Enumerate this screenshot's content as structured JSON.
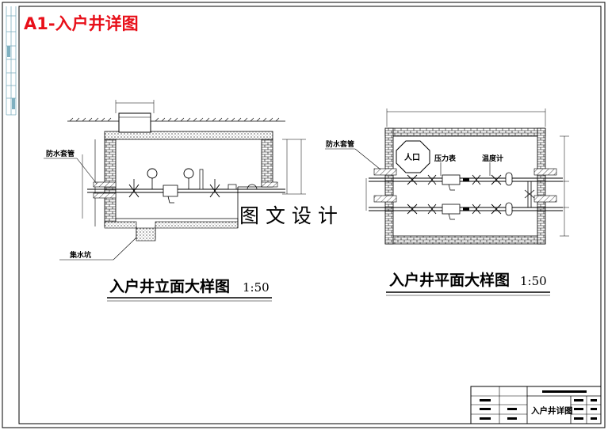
{
  "sheet_title": "A1-入户井详图",
  "watermark": "图 文 设 计",
  "elevation": {
    "title": "入户井立面大样图",
    "scale": "1:50",
    "labels": {
      "waterproof_sleeve": "防水套管",
      "sump_pit": "集水坑"
    }
  },
  "plan": {
    "title": "入户井平面大样图",
    "scale": "1:50",
    "labels": {
      "waterproof_sleeve": "防水套管",
      "entrance": "人口",
      "pressure_gauge": "压力表",
      "thermometer": "温度计"
    }
  },
  "title_block": {
    "drawing_name": "入户井详图"
  },
  "colors": {
    "title_red": "#e8101a",
    "line": "#000000"
  }
}
